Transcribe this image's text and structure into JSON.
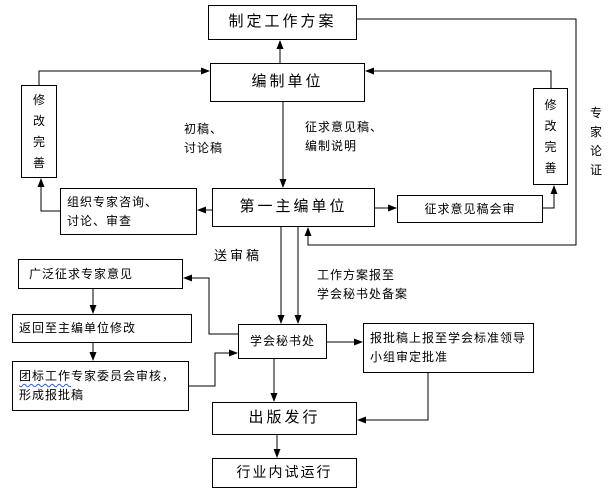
{
  "nodes": {
    "plan": {
      "label": "制定工作方案"
    },
    "compiler": {
      "label": "编制单位"
    },
    "revise_left": {
      "label": "修\n改\n完\n善"
    },
    "revise_right": {
      "label": "修\n改\n完\n善"
    },
    "consult": {
      "label": "组织专家咨询、\n讨论、审查"
    },
    "chief_editor": {
      "label": "第一主编单位"
    },
    "draft_review": {
      "label": "征求意见稿会审"
    },
    "solicit": {
      "label": "广泛征求专家意见"
    },
    "return_revise": {
      "label": "返回至主编单位修改"
    },
    "committee": {
      "label_underlined": "团标工作",
      "label_rest": "专家委员会审核，\n形成报批稿"
    },
    "secretariat": {
      "label": "学会秘书处"
    },
    "approval": {
      "label": "报批稿上报至学会标准领导\n小组审定批准"
    },
    "publish": {
      "label": "出版发行"
    },
    "trial": {
      "label": "行业内试运行"
    }
  },
  "edge_labels": {
    "first_draft": "初稿、\n讨论稿",
    "comment_draft": "征求意见稿、\n编制说明",
    "submit_draft": "送审稿",
    "plan_filing": "工作方案报至\n学会秘书处备案",
    "expert_demo": "专\n家\n论\n证"
  },
  "colors": {
    "line": "#000000",
    "squiggle": "#2e5bd7",
    "background": "#ffffff"
  }
}
